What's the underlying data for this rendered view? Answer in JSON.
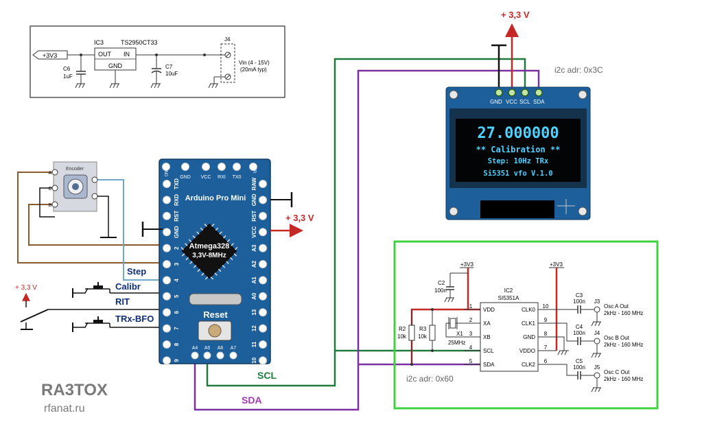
{
  "regulator": {
    "ic_ref": "IC3",
    "ic_part": "TS2950CT33",
    "pin_out": "OUT",
    "pin_in": "IN",
    "pin_gnd": "GND",
    "net_3v3": "+3V3",
    "c6_ref": "C6",
    "c6_val": "1uF",
    "c7_ref": "C7",
    "c7_val": "10uF",
    "j4_ref": "J4",
    "vin_line1": "Vin (4 - 15V)",
    "vin_line2": "(20mA typ)"
  },
  "oled": {
    "supply_label": "+ 3,3 V",
    "pins": [
      "GND",
      "VCC",
      "SCL",
      "SDA"
    ],
    "addr_label": "i2c adr: 0x3C",
    "screen_lines": [
      "27.000000",
      "** Calibration **",
      "Step:  10Hz    TRx",
      "Si5351 vfo V.1.0"
    ]
  },
  "arduino": {
    "title": "Arduino Pro Mini",
    "chip_line1": "Atmega328",
    "chip_line2": "3,3V-8MHz",
    "reset_label": "Reset",
    "top_pins": [
      "GND",
      "VCC",
      "RXI",
      "TX0",
      "DTR"
    ],
    "left_pins": [
      "TXD",
      "RXD",
      "RST",
      "GND",
      "2",
      "3",
      "4",
      "5",
      "6",
      "7",
      "8",
      "9"
    ],
    "right_pins": [
      "RAW",
      "GND",
      "RST",
      "VCC",
      "A3",
      "A2",
      "A1",
      "A0",
      "13",
      "12",
      "11",
      "10"
    ],
    "bottom_pins": [
      "A4",
      "A5",
      "A6",
      "A7"
    ],
    "gnd_top": "GND",
    "dtr_top": "DTR",
    "supply_label": "+ 3,3 V"
  },
  "encoder": {
    "title": "Encoder",
    "pin_a": "A",
    "pin_c": "C",
    "pin_b": "B"
  },
  "controls": {
    "step_label": "Step",
    "calibr_label": "Calibr",
    "rit_label": "RIT",
    "trx_bfo_label": "TRx-BFO",
    "supply_label": "+ 3,3 V"
  },
  "si5351": {
    "ic_ref": "IC2",
    "ic_part": "SI5351A",
    "left_pins": [
      {
        "num": "1",
        "name": "VDD"
      },
      {
        "num": "2",
        "name": "XA"
      },
      {
        "num": "3",
        "name": "XB"
      },
      {
        "num": "4",
        "name": "SCL"
      },
      {
        "num": "5",
        "name": "SDA"
      }
    ],
    "right_pins": [
      {
        "num": "10",
        "name": "CLK0"
      },
      {
        "num": "9",
        "name": "CLK1"
      },
      {
        "num": "8",
        "name": "GND"
      },
      {
        "num": "7",
        "name": "VDDO"
      },
      {
        "num": "6",
        "name": "CLK2"
      }
    ],
    "supply_a": "+3V3",
    "supply_b": "+3V3",
    "c2_ref": "C2",
    "c2_val": "100n",
    "r2_ref": "R2",
    "r2_val": "10k",
    "r3_ref": "R3",
    "r3_val": "10k",
    "x1_ref": "X1",
    "x1_val": "25MHz",
    "addr_label": "i2c adr: 0x60",
    "outputs": [
      {
        "c_ref": "C3",
        "c_val": "100n",
        "j_ref": "J3",
        "name": "Osc A Out",
        "range": "2kHz - 160 MHz"
      },
      {
        "c_ref": "C4",
        "c_val": "100n",
        "j_ref": "J4",
        "name": "Osc B Out",
        "range": "2kHz - 160 MHz"
      },
      {
        "c_ref": "C5",
        "c_val": "100n",
        "j_ref": "J5",
        "name": "Osc C Out",
        "range": "2kHz - 160 MHz"
      }
    ]
  },
  "bus": {
    "scl_label": "SCL",
    "sda_label": "SDA"
  },
  "credits": {
    "callsign": "RA3TOX",
    "site": "rfanat.ru"
  },
  "colors": {
    "scl_wire": "#1f7a3c",
    "sda_wire": "#7b2fa0",
    "power_wire": "#c62828",
    "board_blue": "#1d5f9a",
    "green_frame": "#3fd23f",
    "oled_text": "#4fd2ff",
    "step_wire": "#6fa8c8",
    "encoder_wire": "#8b5a2b",
    "label_blue": "#0d2f7a",
    "sda_text": "#a238b8"
  }
}
